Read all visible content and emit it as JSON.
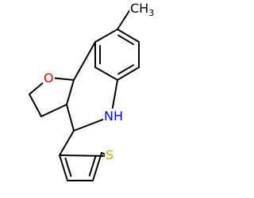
{
  "structure": {
    "atoms": [
      {
        "id": "methyl",
        "symbol": "CH",
        "subscript": "3",
        "color": "#000000"
      },
      {
        "id": "oxygen",
        "symbol": "O",
        "color": "#ff0000"
      },
      {
        "id": "nitrogen",
        "symbol": "NH",
        "color": "#0000ff"
      },
      {
        "id": "sulfur",
        "symbol": "S",
        "color": "#ccaa00"
      }
    ],
    "bond_color": "#000000",
    "background": "#ffffff"
  }
}
